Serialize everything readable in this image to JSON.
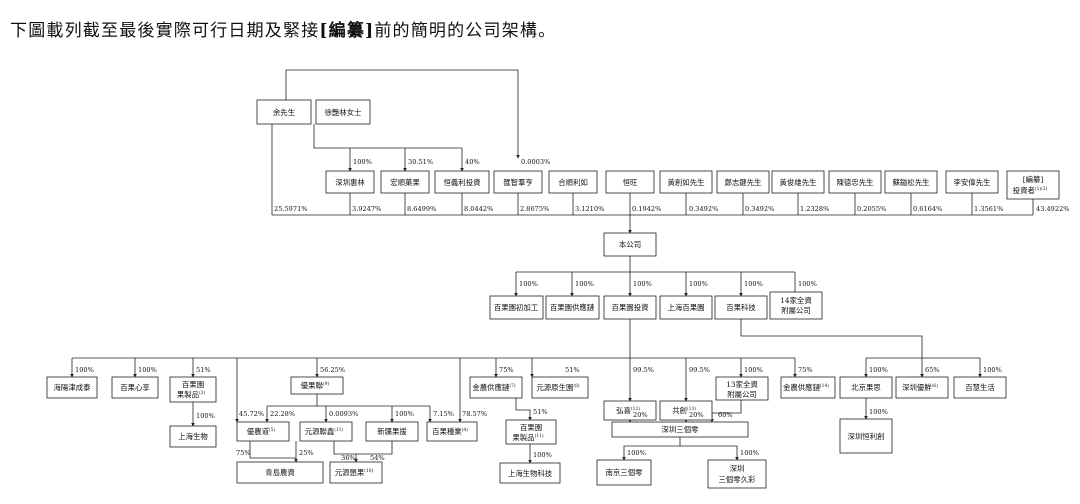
{
  "heading": {
    "before": "下圖載列截至最後實際可行日期及緊接",
    "bracket_open": "[",
    "bold": "編纂",
    "bracket_close": "]",
    "after": "前的簡明的公司架構。"
  },
  "nodes": {
    "mr_yu": "余先生",
    "ms_xu": "徐艷林女士",
    "shenzhen_huilin": "深圳惠林",
    "hongshun_guoye": "宏順菓果",
    "hengyi_li": "恒義利投資",
    "huizhi_qunheng": "匯智羣亨",
    "heshun_liru": "合順利如",
    "hengwang": "恒旺",
    "mr_huang_chuangru": "黃創如先生",
    "mr_zheng_zhijian": "鄭志鍵先生",
    "mr_huang_junxiong": "黃俊雄先生",
    "mr_chen_dezhong": "陳德忠先生",
    "mr_su_yisong": "蘇鎰松先生",
    "mr_li_anwei": "李安偉先生",
    "investors_bracket": "[編纂]",
    "investors": "投資者",
    "investors_sup": "(1)(2)",
    "company": "本公司",
    "bgy_processing": "百果園初加工",
    "bgy_supply_chain": "百果園供應鏈",
    "bgy_investment": "百果園投資",
    "shanghai_bgy": "上海百果園",
    "bgy_tech": "百果科技",
    "subs14_1": "14家全資",
    "subs14_2": "附屬公司",
    "hainan_jincheng": "海陽津成泰",
    "baiguo_xinxiang": "百果心享",
    "bgy_products_1": "百果園",
    "bgy_products_2": "果製品",
    "bgy_products_sup": "(3)",
    "shanghai_bio": "上海生物",
    "youguoguo": "優果聯",
    "youguoguo_sup": "(9)",
    "youcaidao": "優農道",
    "youcaidao_sup": "(5)",
    "yuanlu_lianxin": "元源聯鑫",
    "yuanlu_lianxin_sup": "(11)",
    "xinjiang_guoyuan": "新疆果援",
    "bgy_zhongye": "百果種業",
    "bgy_zhongye_sup": "(4)",
    "qingdao_nongzi": "青島農資",
    "yuanlu_fenguo": "元源懇果",
    "yuanlu_fenguo_sup": "(10)",
    "jinnong_supply": "金農供應鏈",
    "jinnong_supply_sup": "(7)",
    "yuanyuan_sheng": "元源原生園",
    "yuanyuan_sheng_sup": "(8)",
    "bgy_products2_1": "百果園",
    "bgy_products2_2": "果製品",
    "bgy_products2_sup": "(11)",
    "shanghai_bio_tech": "上海生物科技",
    "hongxin": "弘喜",
    "hongxin_sup": "(12)",
    "gongchuang": "共創",
    "gongchuang_sup": "(13)",
    "subs13_1": "13家全資",
    "subs13_2": "附屬公司",
    "jinnong_supply2": "金農供應鏈",
    "jinnong_supply2_sup": "(14)",
    "shenzhen_sangeling": "深圳三個零",
    "nanjing_sangeling": "南京三個零",
    "shenzhen_jiucai_1": "深圳",
    "shenzhen_jiucai_2": "三個零久彩",
    "beijing_guosi": "北京果思",
    "shenzhen_youxian": "深圳優鮮",
    "shenzhen_youxian_sup": "(6)",
    "baihui_shenghuo": "百慧生活",
    "shenzhen_hengli": "深圳恒利創"
  },
  "pcts": {
    "huilin_100": "100%",
    "hongshun_3051": "30.51%",
    "hengyi_40": "40%",
    "huizhi_00003": "0.0003%",
    "yu_259571": "25.5971%",
    "huilin_39247": "3.9247%",
    "hongshun_86499": "8.6499%",
    "hengyi_80442": "8.0442%",
    "huizhi_28675": "2.8675%",
    "heshun_31210": "3.1210%",
    "hengwang_01942": "0.1942%",
    "huang_c_03492": "0.3492%",
    "zheng_03492": "0.3492%",
    "huang_j_12328": "1.2328%",
    "chen_02055": "0.2055%",
    "su_06164": "0.6164%",
    "li_13561": "1.3561%",
    "inv_434922": "43.4922%",
    "proc_100": "100%",
    "sc_100": "100%",
    "inv_100": "100%",
    "sh_100": "100%",
    "tech_100": "100%",
    "subs14_100": "100%",
    "hainan_100": "100%",
    "xinxiang_100": "100%",
    "products_51": "51%",
    "shbio_100": "100%",
    "youguoguo_5625": "56.25%",
    "youcaidao_4572": "45.72%",
    "youcaidao_2228": "22.28%",
    "lianxin_00093": "0.0093%",
    "xinjiang_100": "100%",
    "zhongye_715": "7.15%",
    "zhongye_7857": "78.57%",
    "qingdao_75": "75%",
    "qingdao_25": "25%",
    "fenguo_36": "36%",
    "fenguo_54": "54%",
    "jinnong_75": "75%",
    "yuanyuan_51": "51%",
    "products2_51": "51%",
    "shbiotech_100": "100%",
    "hongxin_995": "99.5%",
    "gongchuang_995": "99.5%",
    "subs13_100": "100%",
    "jinnong2_75": "75%",
    "sz_20a": "20%",
    "sz_20b": "20%",
    "sz_60": "60%",
    "nanjing_100": "100%",
    "jiucai_100": "100%",
    "beijing_100": "100%",
    "youxian_65": "65%",
    "baihui_100": "100%",
    "hengli_100": "100%"
  }
}
